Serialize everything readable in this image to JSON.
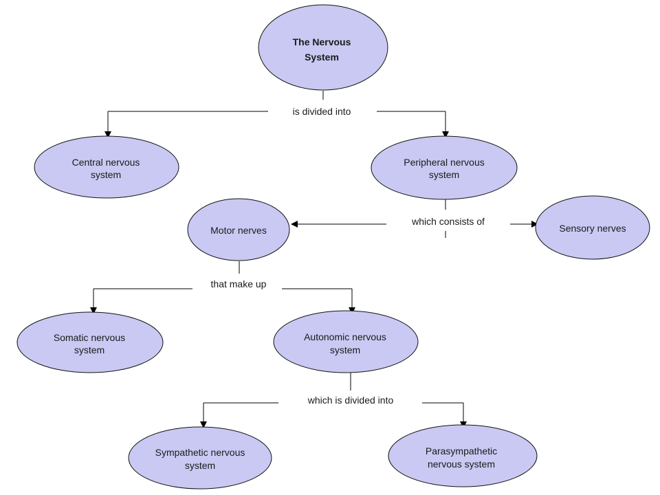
{
  "diagram": {
    "root": {
      "line1": "The Nervous",
      "line2": "System"
    },
    "central": {
      "line1": "Central nervous",
      "line2": "system"
    },
    "peripheral": {
      "line1": "Peripheral nervous",
      "line2": "system"
    },
    "motor": {
      "label": "Motor nerves"
    },
    "sensory": {
      "label": "Sensory nerves"
    },
    "somatic": {
      "line1": "Somatic nervous",
      "line2": "system"
    },
    "autonomic": {
      "line1": "Autonomic nervous",
      "line2": "system"
    },
    "sympathetic": {
      "line1": "Sympathetic nervous",
      "line2": "system"
    },
    "parasympathetic": {
      "line1": "Parasympathetic",
      "line2": "nervous system"
    },
    "links": {
      "divided_into": "is divided into",
      "consists_of": "which consists of",
      "make_up": "that make up",
      "is_divided_into": "which is divided into"
    },
    "colors": {
      "node_fill": "#c9c9f3",
      "line": "#000000"
    }
  }
}
